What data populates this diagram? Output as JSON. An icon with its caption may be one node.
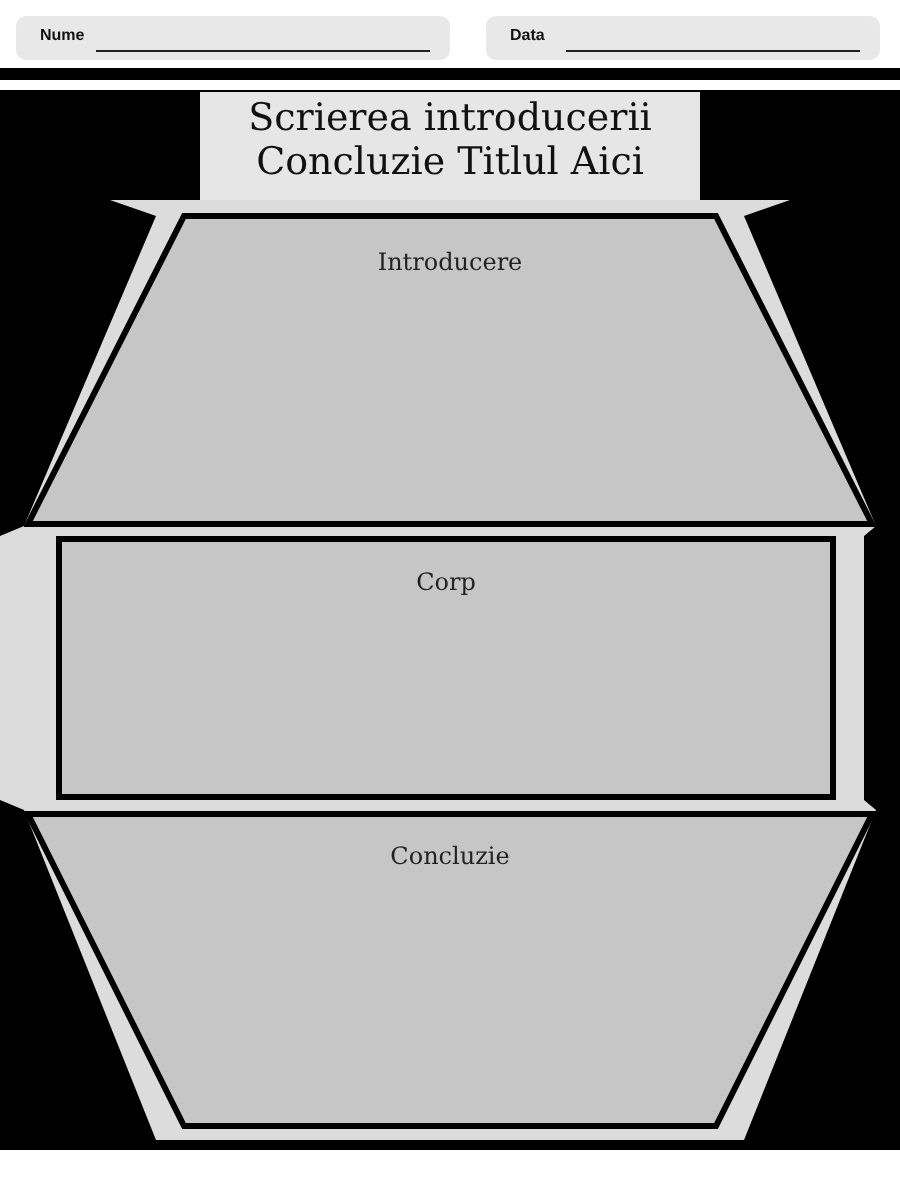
{
  "diagram": {
    "title": "Scrierea introducerii Concluzie Titlul Aici",
    "nodes": [
      {
        "text": [
          "Introducere"
        ]
      },
      {
        "text": [
          "Corp"
        ]
      },
      {
        "text": [
          "Concluzie"
        ]
      }
    ],
    "labels": [
      "Nume",
      "Data"
    ]
  }
}
